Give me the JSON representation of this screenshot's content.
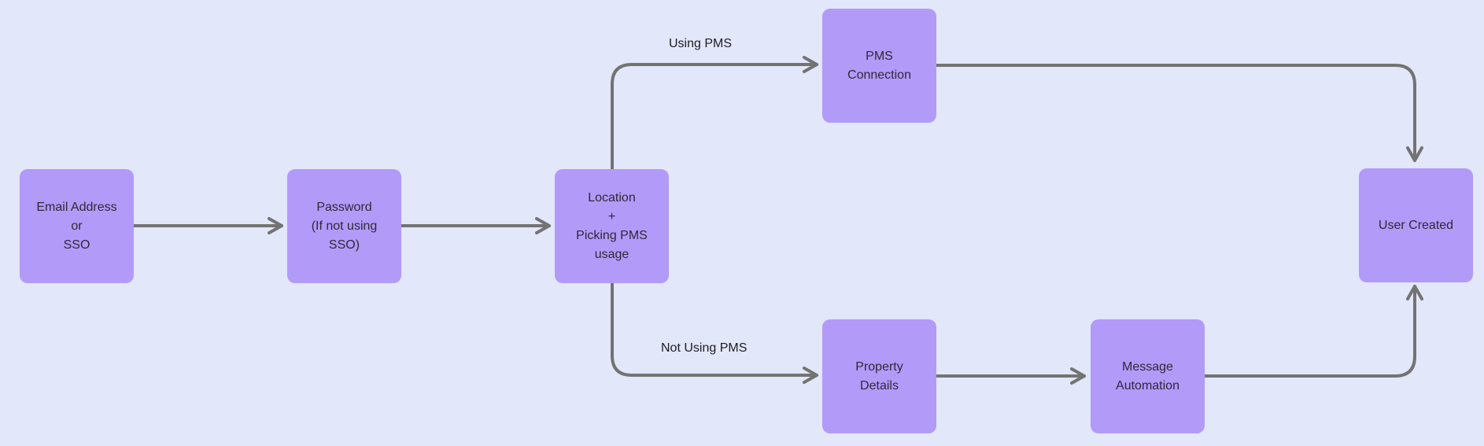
{
  "palette": {
    "bg": "#e3e7fa",
    "node_fill": "#b29af9",
    "node_text": "#2e2936",
    "line_color": "#737373",
    "label_text": "#1d1d21"
  },
  "nodes": [
    {
      "id": "email",
      "label": "Email Address\nor\nSSO"
    },
    {
      "id": "password",
      "label": "Password\n(If not using\nSSO)"
    },
    {
      "id": "location",
      "label": "Location\n+\nPicking PMS\nusage"
    },
    {
      "id": "pms_connection",
      "label": "PMS\nConnection"
    },
    {
      "id": "property_details",
      "label": "Property\nDetails"
    },
    {
      "id": "message_automation",
      "label": "Message\nAutomation"
    },
    {
      "id": "user_created",
      "label": "User Created"
    }
  ],
  "edge_labels": {
    "using_pms": "Using PMS",
    "not_using_pms": "Not Using PMS"
  }
}
